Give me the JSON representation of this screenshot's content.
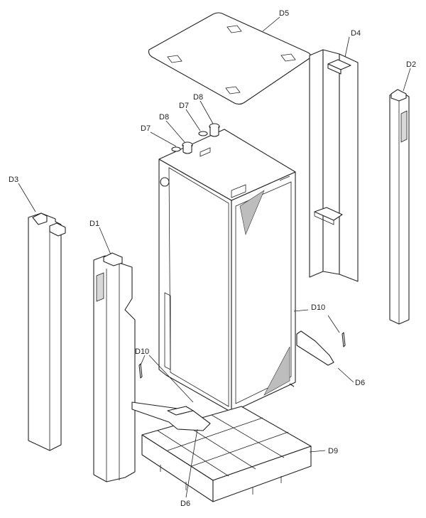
{
  "labels": {
    "d1": "D1",
    "d2": "D2",
    "d3": "D3",
    "d4": "D4",
    "d5": "D5",
    "d6a": "D6",
    "d6b": "D6",
    "d7a": "D7",
    "d7b": "D7",
    "d8a": "D8",
    "d8b": "D8",
    "d9": "D9",
    "d10a": "D10",
    "d10b": "D10"
  },
  "colors": {
    "line": "#222222",
    "background": "#ffffff"
  }
}
